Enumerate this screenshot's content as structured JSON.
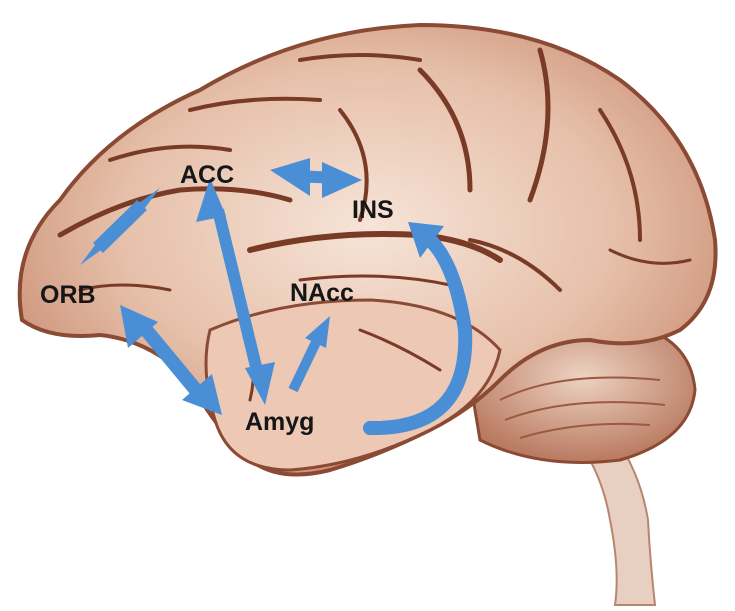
{
  "regions": {
    "acc": "ACC",
    "ins": "INS",
    "orb": "ORB",
    "nacc": "NAcc",
    "amyg": "Amyg"
  },
  "colors": {
    "arrow": "#4a8fd6",
    "brain_light": "#f3dccf",
    "brain_mid": "#d9a88f",
    "brain_dark": "#8b4a33",
    "label": "#161616"
  }
}
